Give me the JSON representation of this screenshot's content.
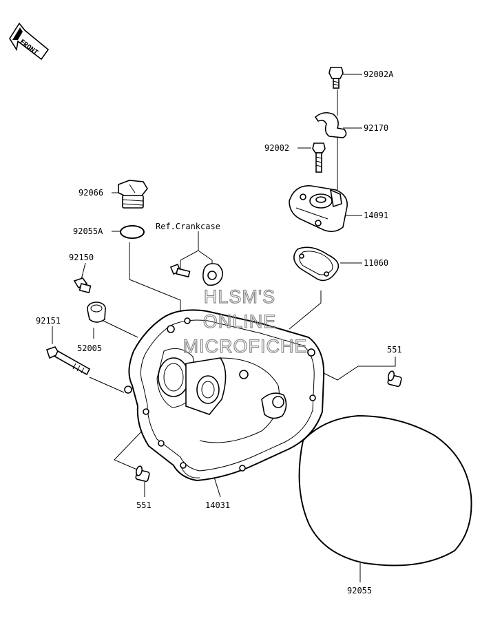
{
  "front_label": "FRONT",
  "watermark": [
    "HLSM'S",
    "ONLINE",
    "MICROFICHE"
  ],
  "reference_label": "Ref.Crankcase",
  "parts": {
    "p92002A": "92002A",
    "p92170": "92170",
    "p92002": "92002",
    "p14091": "14091",
    "p11060": "11060",
    "p92066": "92066",
    "p92055A": "92055A",
    "p92150": "92150",
    "p92151": "92151",
    "p52005": "52005",
    "p551_right": "551",
    "p551_left": "551",
    "p14031": "14031",
    "p92055": "92055"
  }
}
